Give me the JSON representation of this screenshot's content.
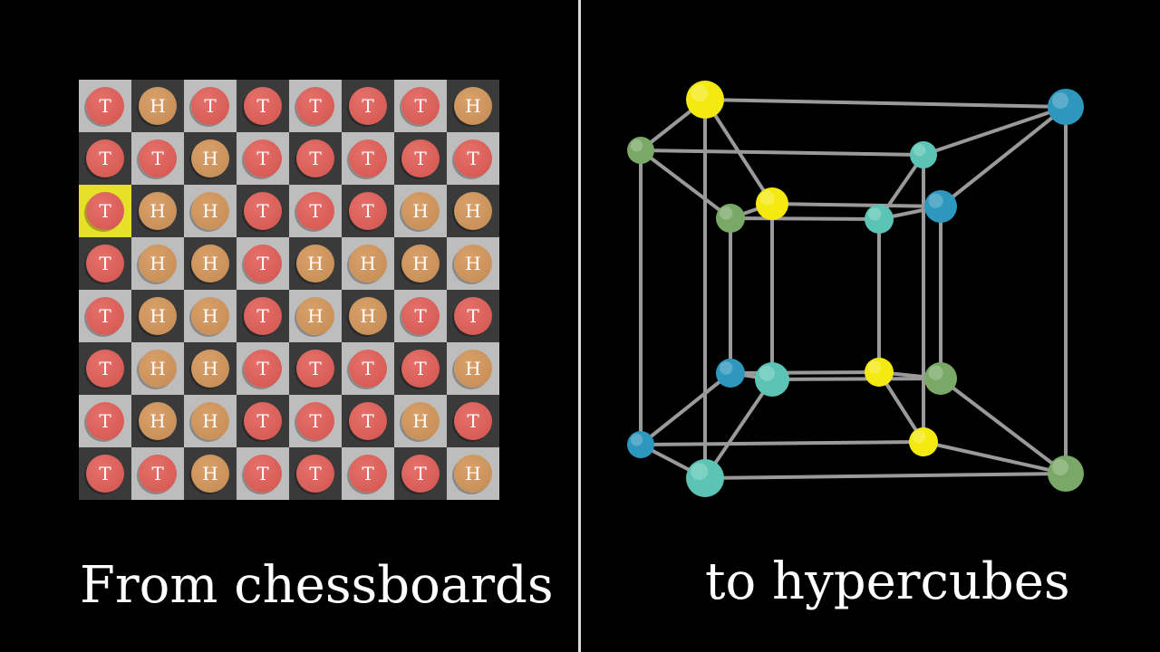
{
  "captions": {
    "left": "From chessboards",
    "right": "to hypercubes"
  },
  "board": {
    "rows": [
      [
        "T",
        "H",
        "T",
        "T",
        "T",
        "T",
        "T",
        "H"
      ],
      [
        "T",
        "T",
        "H",
        "T",
        "T",
        "T",
        "T",
        "T"
      ],
      [
        "T",
        "H",
        "H",
        "T",
        "T",
        "T",
        "H",
        "H"
      ],
      [
        "T",
        "H",
        "H",
        "T",
        "H",
        "H",
        "H",
        "H"
      ],
      [
        "T",
        "H",
        "H",
        "T",
        "H",
        "H",
        "T",
        "T"
      ],
      [
        "T",
        "H",
        "H",
        "T",
        "T",
        "T",
        "T",
        "H"
      ],
      [
        "T",
        "H",
        "H",
        "T",
        "T",
        "T",
        "H",
        "T"
      ],
      [
        "T",
        "T",
        "H",
        "T",
        "T",
        "T",
        "T",
        "H"
      ]
    ],
    "highlight": {
      "row": 2,
      "col": 0
    },
    "colors": {
      "light": "#bdbdbd",
      "dark": "#3a3a3a",
      "highlight": "#e6e02a",
      "tails": "#d9605a",
      "heads": "#cd9560"
    }
  },
  "hypercube": {
    "colors": {
      "yellow": "#f4ea10",
      "blue": "#2e97bd",
      "teal": "#5cc4b4",
      "green": "#7aa866",
      "edge": "#9a9a9a"
    }
  }
}
